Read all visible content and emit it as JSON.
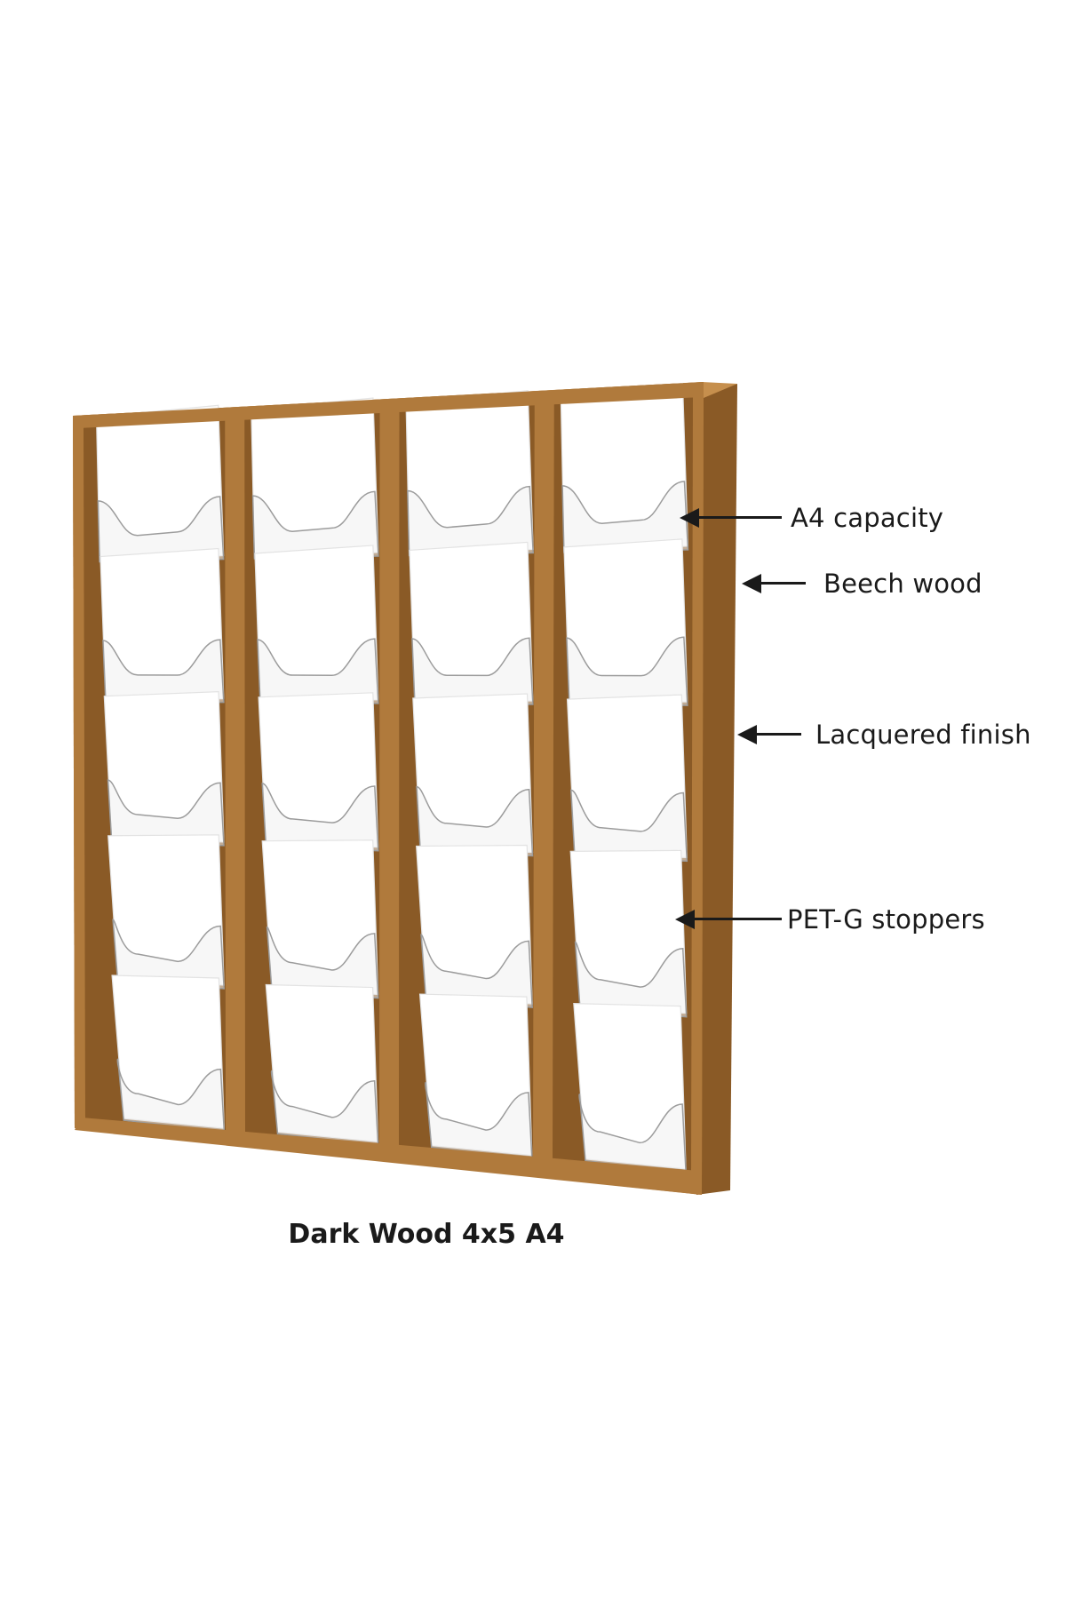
{
  "colors": {
    "wood": "#b07a3c",
    "wood_dark": "#8a5a26",
    "wood_light": "#c68f4d",
    "paper": "#ffffff",
    "pocket": "#f1f1f1",
    "text": "#1a1a1a"
  },
  "rack": {
    "columns": 4,
    "rows": 5,
    "pocket_count": 20
  },
  "callouts": [
    {
      "label": "A4 capacity"
    },
    {
      "label": "Beech wood"
    },
    {
      "label": "Lacquered finish"
    },
    {
      "label": "PET-G stoppers"
    }
  ],
  "caption": "Dark Wood 4x5 A4"
}
